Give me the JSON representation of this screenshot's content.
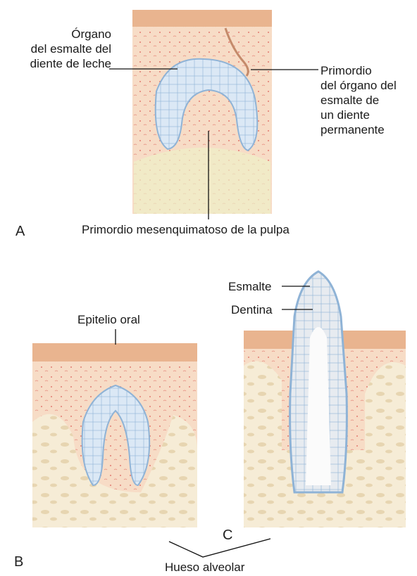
{
  "panel_letters": {
    "a": "A",
    "b": "B",
    "c": "C"
  },
  "labels": {
    "organo_esmalte_leche": [
      "Órgano",
      "del esmalte del",
      "diente de leche"
    ],
    "primordio_permanente": [
      "Primordio",
      "del órgano del",
      "esmalte de",
      "un diente",
      "permanente"
    ],
    "primordio_pulpa": "Primordio mesenquimatoso de la pulpa",
    "epitelio_oral": "Epitelio oral",
    "esmalte": "Esmalte",
    "dentina": "Dentina",
    "hueso_alveolar": "Hueso alveolar"
  },
  "colors": {
    "epithelium": "#e9b48f",
    "mesenchyme": "#f7dcc6",
    "bone": "#f6ecd6",
    "enamel_organ": "#a8c8e6",
    "dentin": "#cfd6df",
    "red_cells": "#d9534f"
  }
}
